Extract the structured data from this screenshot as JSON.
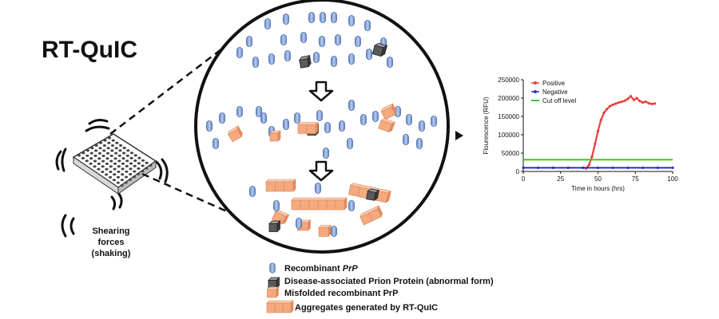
{
  "title": "RT-QuIC",
  "shearing": {
    "line1": "Shearing",
    "line2": "forces",
    "line3": "(shaking)"
  },
  "legend": [
    {
      "symbol": "recombinant",
      "prefix": "Recombinant ",
      "italic": "PrP"
    },
    {
      "symbol": "prion",
      "prefix": "Disease-associated Prion Protein (abnormal form)",
      "italic": ""
    },
    {
      "symbol": "misfolded",
      "prefix": "Misfolded recombinant PrP",
      "italic": ""
    },
    {
      "symbol": "aggregate",
      "prefix": "Aggregates generated by RT-QuIC",
      "italic": ""
    }
  ],
  "colors": {
    "recombinant": "#7e9fd6",
    "prion": "#5a5a5a",
    "misfolded": "#f4a97f",
    "positive": "#e8413e",
    "negative": "#2c2ccf",
    "cutoff": "#3ec43e"
  },
  "chart_data": {
    "type": "line",
    "xlabel": "Time in hours (hrs)",
    "ylabel": "Flourescence (RFU)",
    "xlim": [
      0,
      100
    ],
    "ylim": [
      0,
      250000
    ],
    "xticks": [
      "0",
      "25",
      "50",
      "75",
      "100"
    ],
    "yticks": [
      "0",
      "50000",
      "100000",
      "150000",
      "200000",
      "250000"
    ],
    "legend_position": "top-left",
    "series": [
      {
        "name": "Positive",
        "color": "#e8413e",
        "x": [
          42,
          44,
          46,
          48,
          50,
          52,
          54,
          56,
          58,
          60,
          62,
          64,
          66,
          68,
          70,
          72,
          74,
          76,
          78,
          80,
          82,
          84,
          86,
          88
        ],
        "y": [
          8000,
          18000,
          40000,
          75000,
          110000,
          140000,
          160000,
          170000,
          178000,
          182000,
          185000,
          188000,
          190000,
          193000,
          198000,
          205000,
          195000,
          200000,
          192000,
          188000,
          190000,
          186000,
          184000,
          185000
        ]
      },
      {
        "name": "Negative",
        "color": "#2c2ccf",
        "x": [
          0,
          10,
          20,
          30,
          40,
          50,
          60,
          70,
          80,
          90,
          100
        ],
        "y": [
          10000,
          10000,
          10000,
          10000,
          10000,
          10000,
          10000,
          10000,
          10000,
          10000,
          10000
        ]
      },
      {
        "name": "Cut off level",
        "color": "#3ec43e",
        "x": [
          0,
          100
        ],
        "y": [
          32000,
          32000
        ]
      }
    ]
  }
}
